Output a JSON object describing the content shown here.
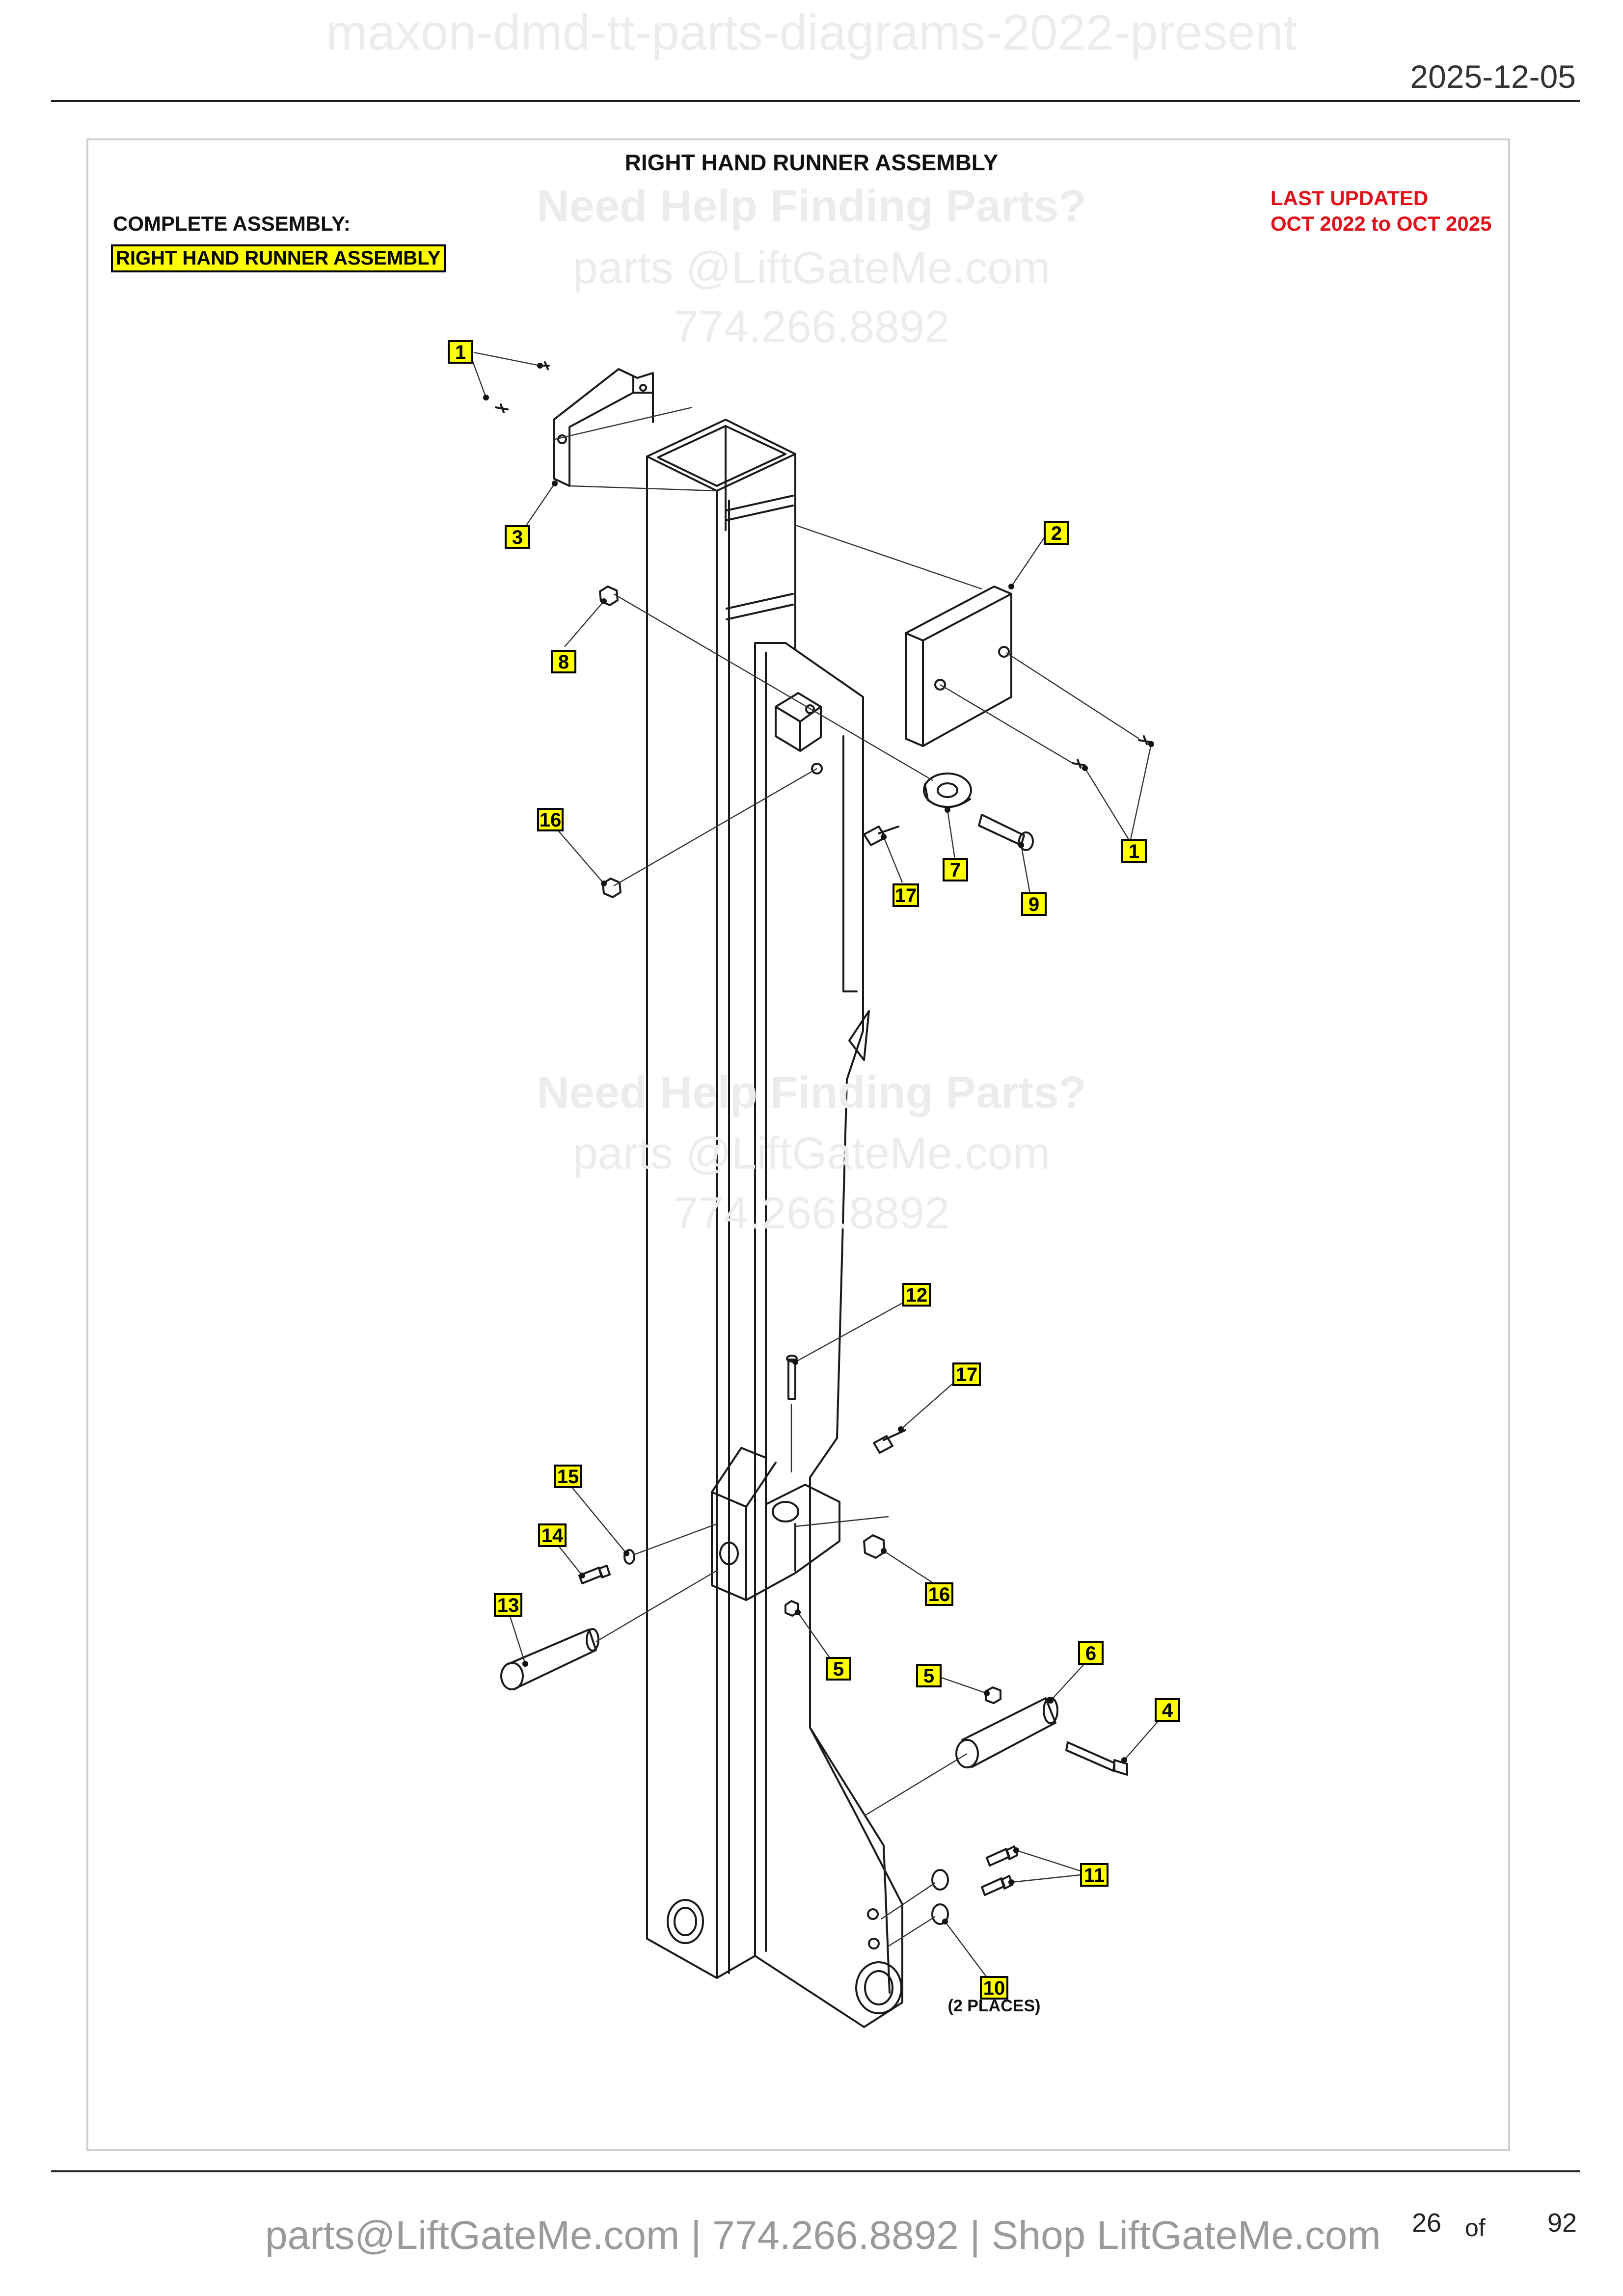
{
  "header": {
    "watermark_title": "maxon-dmd-tt-parts-diagrams-2022-present",
    "date": "2025-12-05"
  },
  "diagram": {
    "title": "RIGHT HAND RUNNER ASSEMBLY",
    "complete_assembly_label": "COMPLETE ASSEMBLY:",
    "complete_assembly_name": "RIGHT HAND RUNNER ASSEMBLY",
    "last_updated_label": "LAST UPDATED",
    "last_updated_range": "OCT 2022 to OCT 2025",
    "note_places": "(2 PLACES)",
    "callouts": {
      "c1a": "1",
      "c1b": "1",
      "c2": "2",
      "c3": "3",
      "c4": "4",
      "c5a": "5",
      "c5b": "5",
      "c6": "6",
      "c7": "7",
      "c8": "8",
      "c9": "9",
      "c10": "10",
      "c11": "11",
      "c12": "12",
      "c13": "13",
      "c14": "14",
      "c15": "15",
      "c16a": "16",
      "c16b": "16",
      "c17a": "17",
      "c17b": "17"
    }
  },
  "watermarks": [
    {
      "heading": "Need Help Finding Parts?",
      "email": "parts @LiftGateMe.com",
      "phone": "774.266.8892"
    },
    {
      "heading": "Need Help Finding Parts?",
      "email": "parts @LiftGateMe.com",
      "phone": "774.266.8892"
    }
  ],
  "footer": {
    "contact": "parts@LiftGateMe.com | 774.266.8892 | Shop LiftGateMe.com",
    "page_current": "26",
    "page_of": "of",
    "page_total": "92"
  },
  "colors": {
    "highlight": "#ffff00",
    "updated_red": "#e0101a",
    "watermark_gray": "#ececec",
    "footer_gray": "#9a9a9a"
  }
}
